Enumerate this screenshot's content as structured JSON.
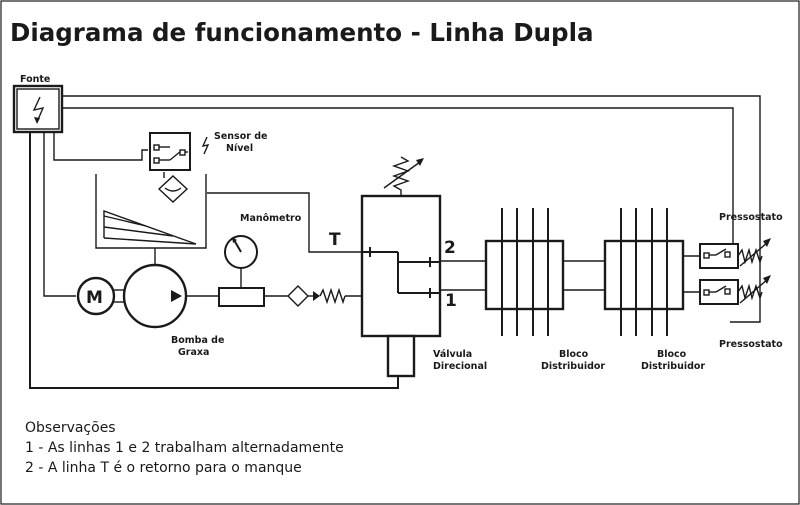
{
  "title": "Diagrama de funcionamento - Linha Dupla",
  "labels": {
    "fonte": "Fonte",
    "sensor_line1": "Sensor de",
    "sensor_line2": "Nível",
    "manometro": "Manômetro",
    "port_t": "T",
    "port_2": "2",
    "port_1": "1",
    "motor": "M",
    "bomba_line1": "Bomba de",
    "bomba_line2": "Graxa",
    "valvula_line1": "Válvula",
    "valvula_line2": "Direcional",
    "bloco1_line1": "Bloco",
    "bloco1_line2": "Distribuidor",
    "bloco2_line1": "Bloco",
    "bloco2_line2": "Distribuidor",
    "pressostato_top": "Pressostato",
    "pressostato_bottom": "Pressostato"
  },
  "notes": {
    "heading": "Observações",
    "line1": "1 - As linhas 1 e 2 trabalham alternadamente",
    "line2": "2 - A linha T é o retorno para o manque"
  },
  "colors": {
    "ink": "#1a1a1a",
    "background": "#ffffff"
  }
}
